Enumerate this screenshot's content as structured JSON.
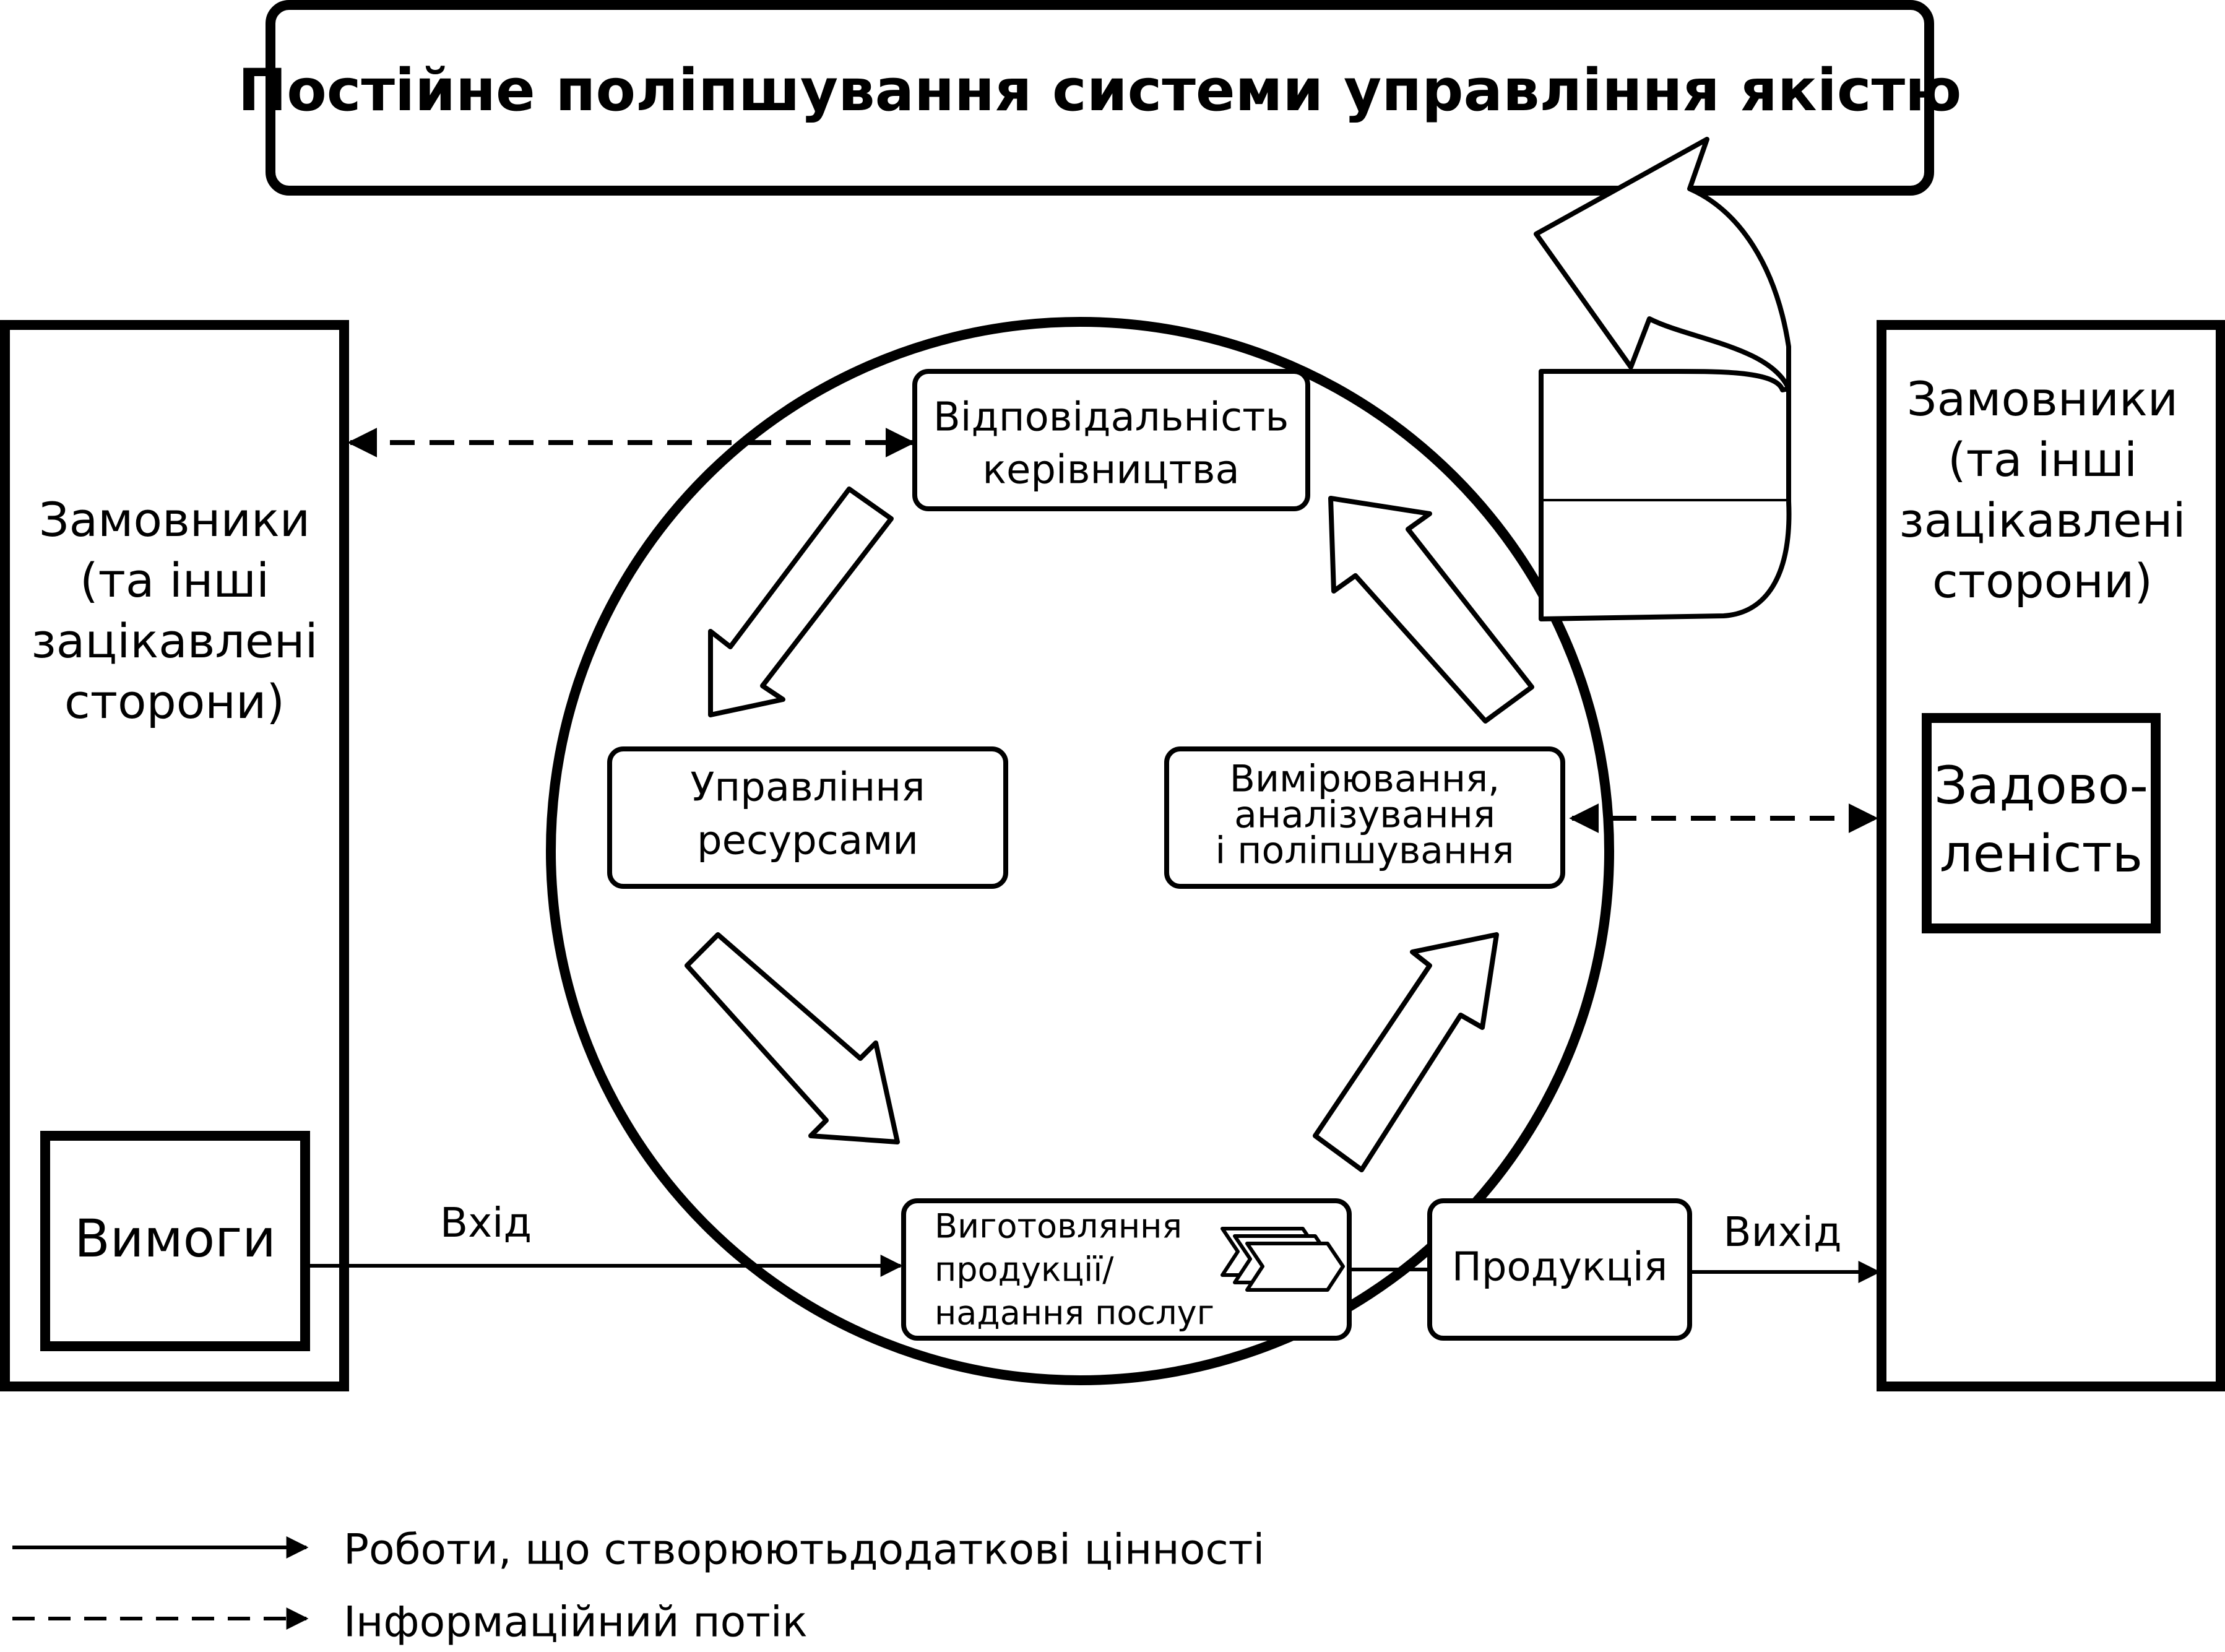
{
  "title": "Постійне поліпшування системи управління якістю",
  "left_party": {
    "lines": [
      "Замовники",
      "(та інші",
      "зацікавлені",
      "сторони)"
    ],
    "requirements": "Вимоги"
  },
  "right_party": {
    "lines": [
      "Замовники",
      "(та інші",
      "зацікавлені",
      "сторони)"
    ],
    "satisfaction": [
      "Задово-",
      "леність"
    ]
  },
  "processes": {
    "management": [
      "Відповідальність",
      "керівництва"
    ],
    "resources": [
      "Управління",
      "ресурсами"
    ],
    "measurement": [
      "Вимірювання,",
      "аналізування",
      "і поліпшування"
    ],
    "production": [
      "Виготовляння",
      "продукції/",
      "надання послуг"
    ]
  },
  "product": "Продукція",
  "input_label": "Вхід",
  "output_label": "Вихід",
  "legend": {
    "solid": "Роботи, що створюютьдодаткові цінності",
    "dashed": "Інформаційний потік"
  },
  "colors": {
    "stroke": "#000000",
    "background": "#ffffff"
  }
}
